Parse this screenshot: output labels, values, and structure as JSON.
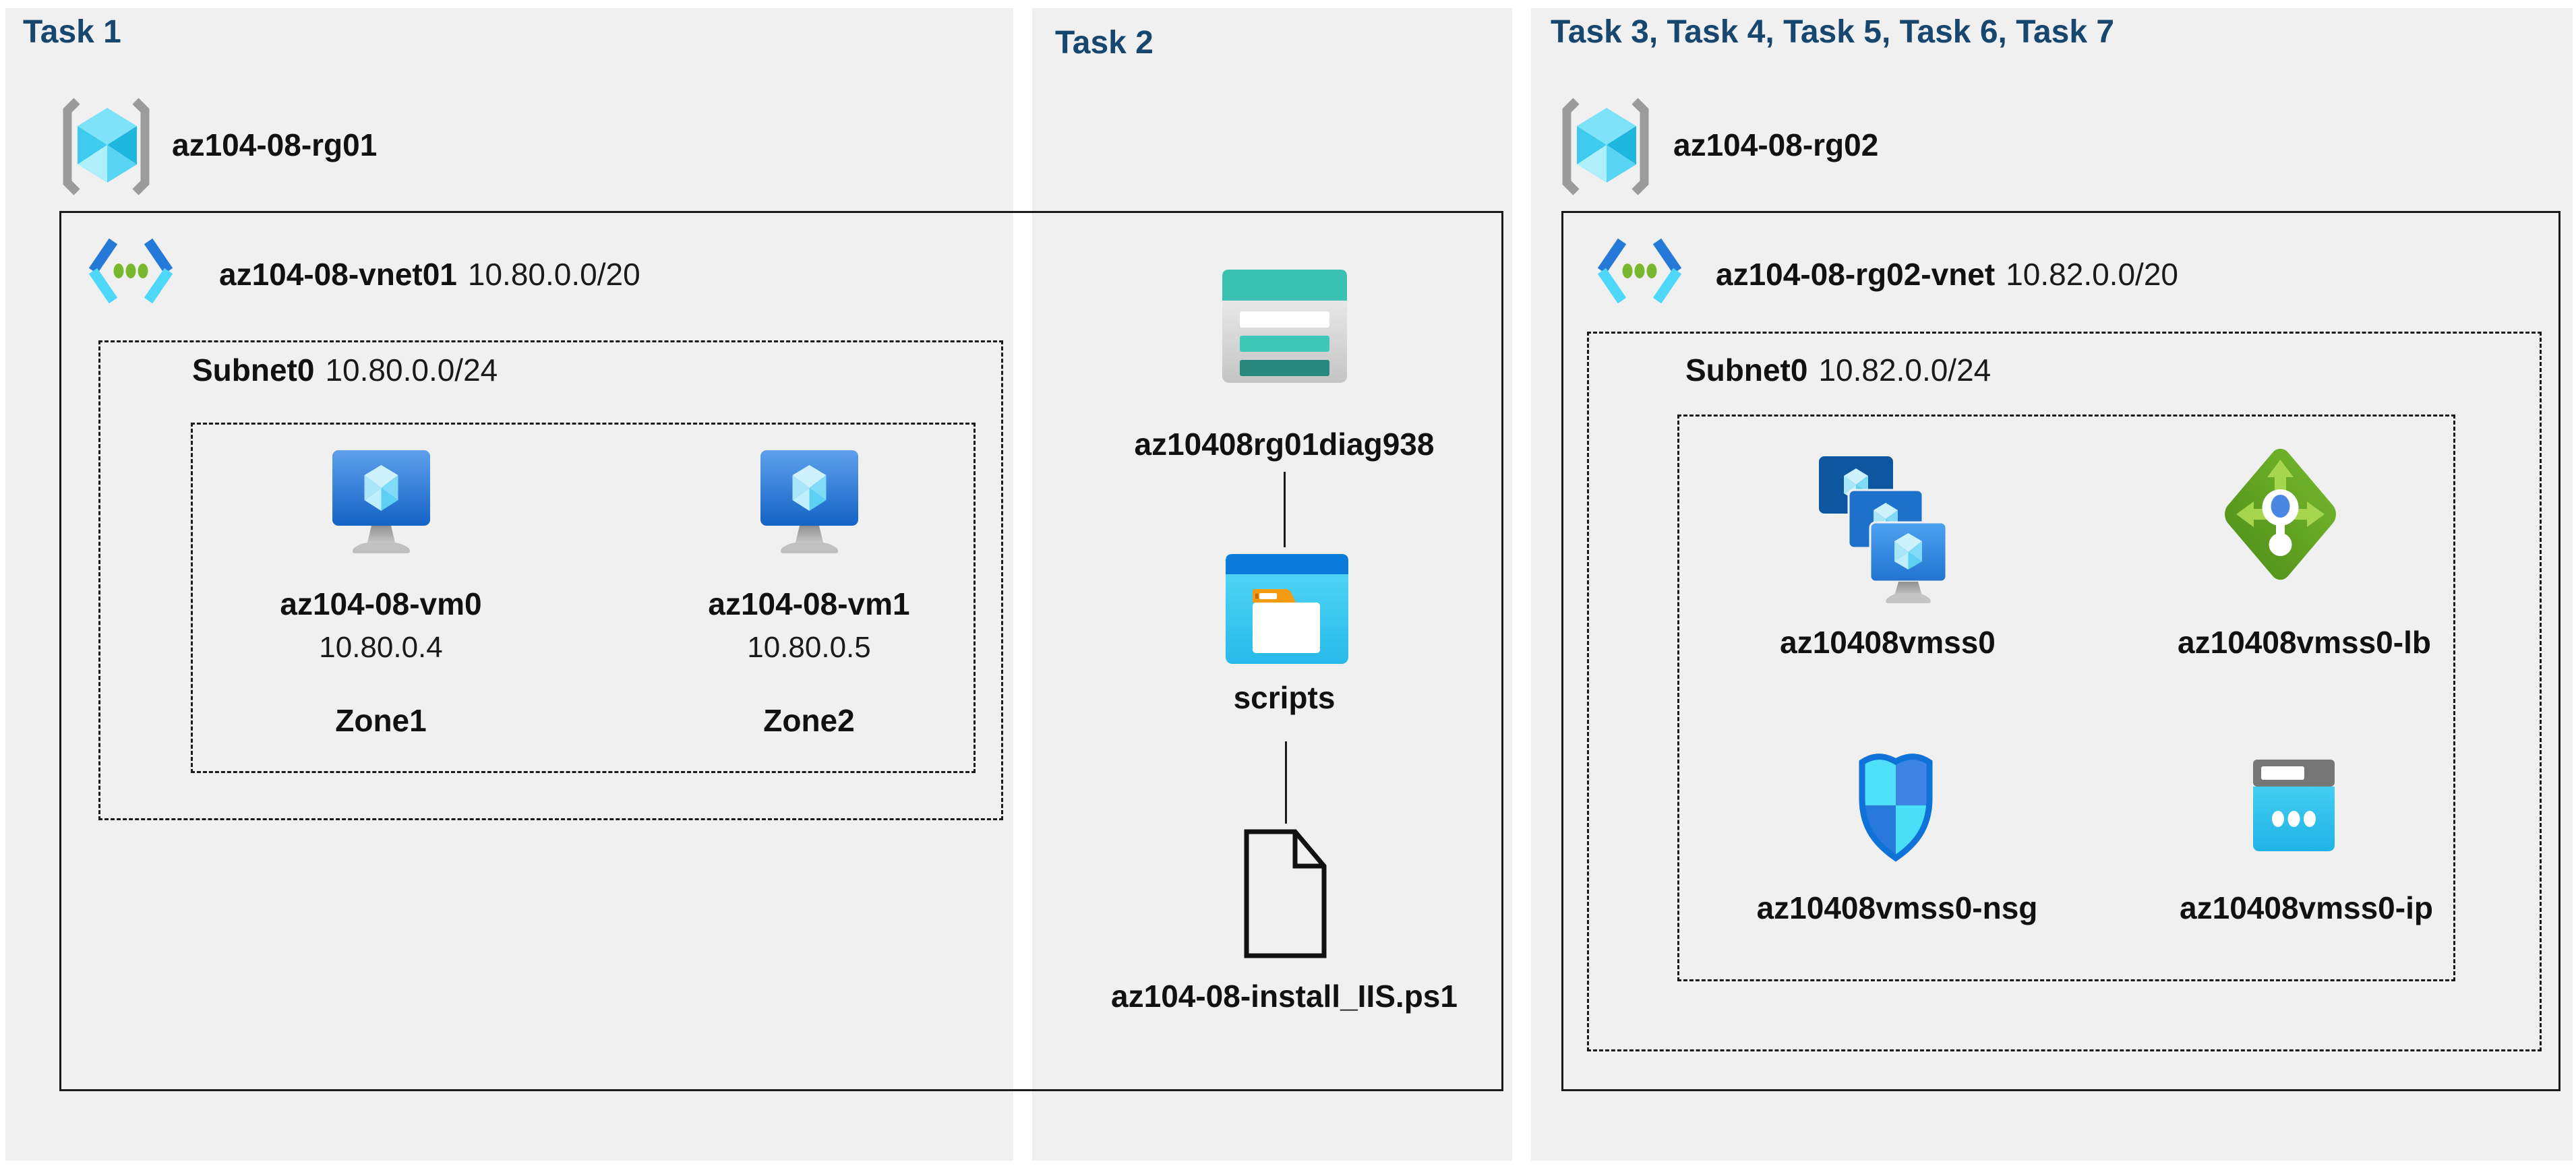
{
  "colors": {
    "page_bg": "#FFFFFF",
    "panel_bg": "#F0F0F1",
    "title_navy": "#17466F",
    "text": "#111111",
    "box_border": "#1A1A1A",
    "vnet_blue": "#2579D9",
    "vnet_cyan": "#4ED7F9",
    "vnet_green_dot": "#77B82E",
    "vm_blue": "#1565C8",
    "storage_teal": "#3BC1B2",
    "scripts_blue": "#0B7BDB",
    "folder_tab_orange": "#F29B13",
    "lb_green": "#6FB02A",
    "nsg_border_blue": "#0F72D8",
    "ip_cyan": "#2FBFEA"
  },
  "task1": {
    "title": "Task 1",
    "resource_group": {
      "icon": "resource-group-icon",
      "name": "az104-08-rg01"
    },
    "vnet": {
      "icon": "virtual-network-icon",
      "name": "az104-08-vnet01",
      "cidr": "10.80.0.0/20"
    },
    "subnet": {
      "name": "Subnet0",
      "cidr": "10.80.0.0/24"
    },
    "vms": [
      {
        "icon": "virtual-machine-icon",
        "name": "az104-08-vm0",
        "ip": "10.80.0.4",
        "zone": "Zone1"
      },
      {
        "icon": "virtual-machine-icon",
        "name": "az104-08-vm1",
        "ip": "10.80.0.5",
        "zone": "Zone2"
      }
    ]
  },
  "task2": {
    "title": "Task 2",
    "storage_account": {
      "icon": "storage-account-icon",
      "name": "az10408rg01diag938"
    },
    "container": {
      "icon": "folder-container-icon",
      "name": "scripts"
    },
    "script_file": {
      "icon": "script-file-icon",
      "name": "az104-08-install_IIS.ps1"
    }
  },
  "task3": {
    "title": "Task 3, Task 4, Task 5, Task 6, Task 7",
    "resource_group": {
      "icon": "resource-group-icon",
      "name": "az104-08-rg02"
    },
    "vnet": {
      "icon": "virtual-network-icon",
      "name": "az104-08-rg02-vnet",
      "cidr": "10.82.0.0/20"
    },
    "subnet": {
      "name": "Subnet0",
      "cidr": "10.82.0.0/24"
    },
    "resources": [
      {
        "icon": "vm-scale-set-icon",
        "name": "az10408vmss0"
      },
      {
        "icon": "load-balancer-icon",
        "name": "az10408vmss0-lb"
      },
      {
        "icon": "network-security-group-icon",
        "name": "az10408vmss0-nsg"
      },
      {
        "icon": "public-ip-icon",
        "name": "az10408vmss0-ip"
      }
    ]
  }
}
